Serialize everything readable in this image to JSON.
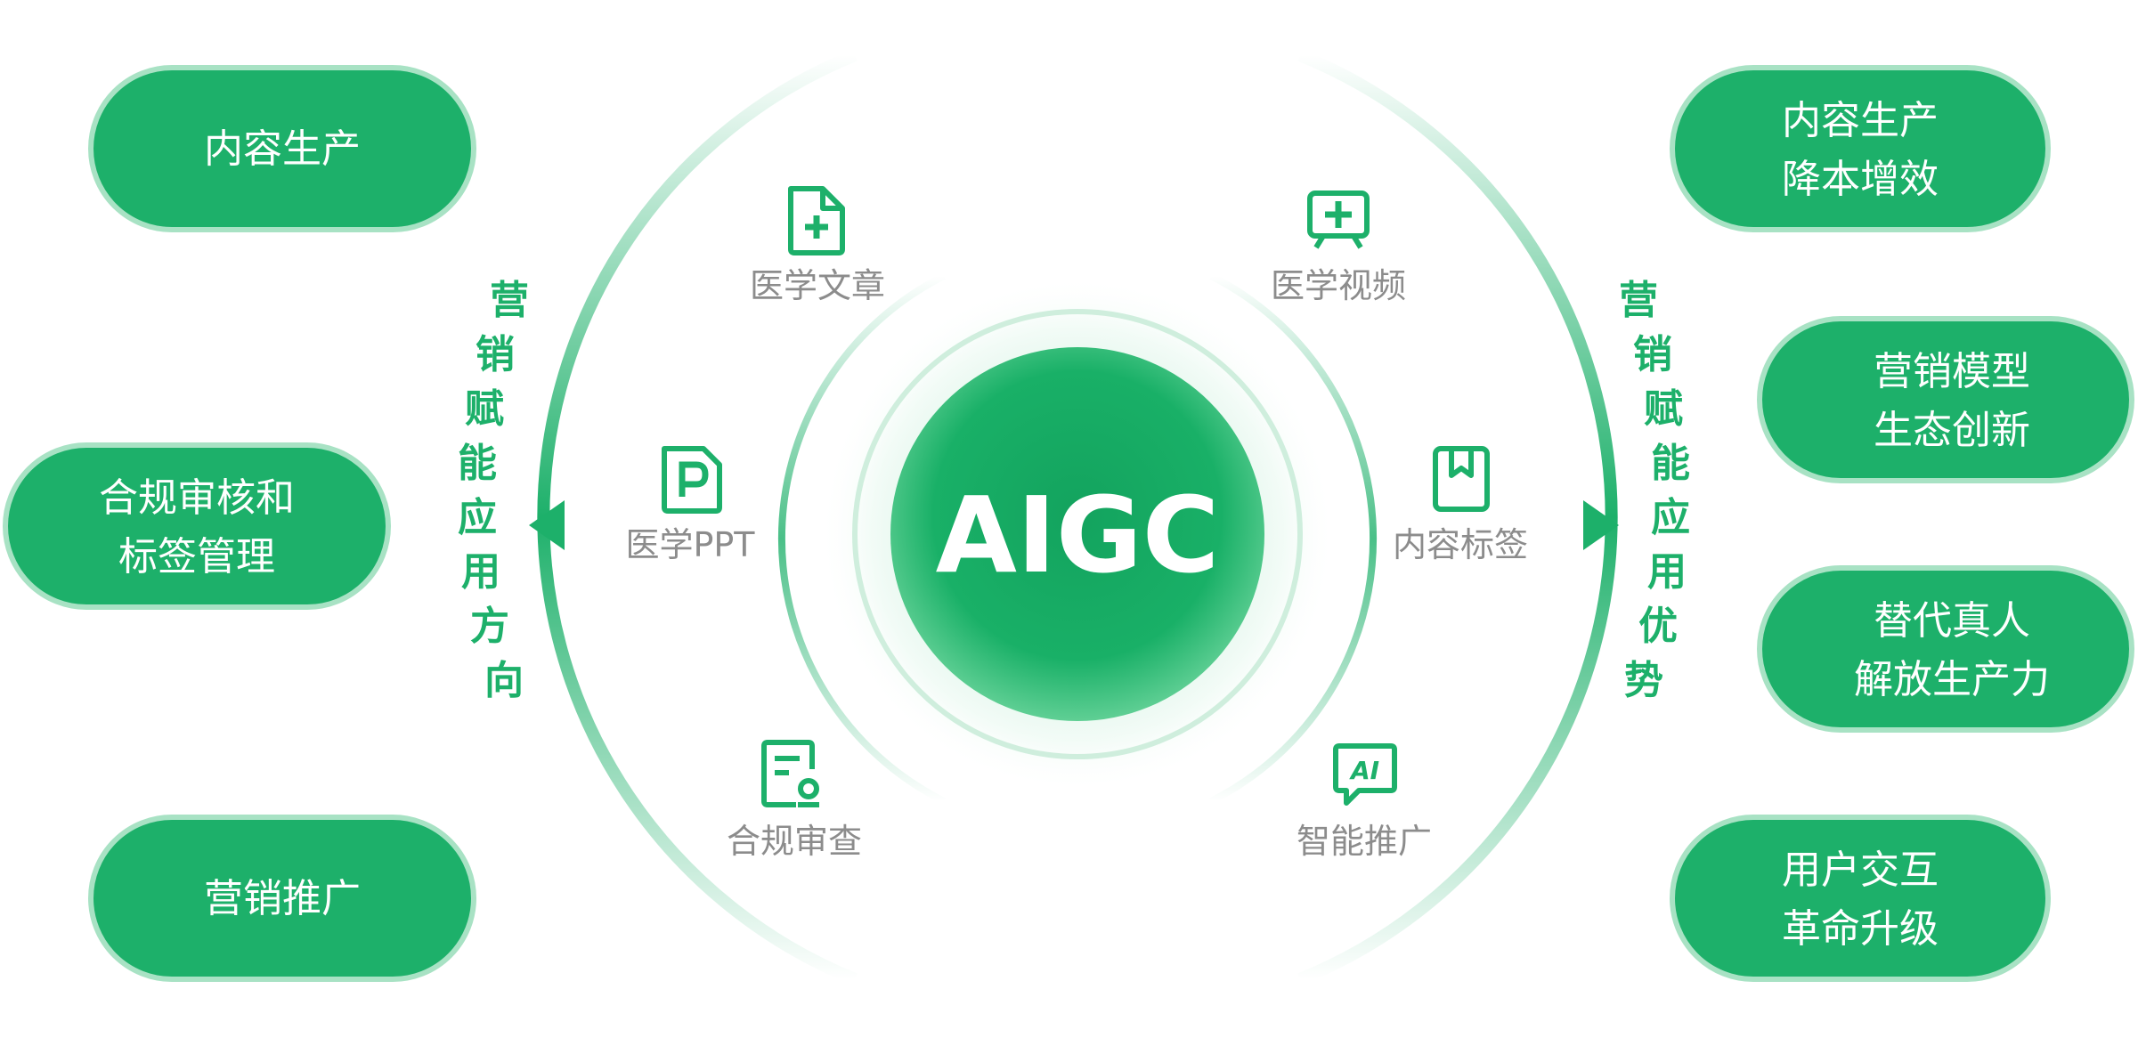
{
  "center": {
    "title": "AIGC"
  },
  "left_axis": {
    "chars": [
      "营",
      "销",
      "赋",
      "能",
      "应",
      "用",
      "方",
      "向"
    ]
  },
  "right_axis": {
    "chars": [
      "营",
      "销",
      "赋",
      "能",
      "应",
      "用",
      "优",
      "势"
    ]
  },
  "left_pills": [
    {
      "lines": [
        "内容生产"
      ]
    },
    {
      "lines": [
        "合规审核和",
        "标签管理"
      ]
    },
    {
      "lines": [
        "营销推广"
      ]
    }
  ],
  "right_pills": [
    {
      "lines": [
        "内容生产",
        "降本增效"
      ]
    },
    {
      "lines": [
        "营销模型",
        "生态创新"
      ]
    },
    {
      "lines": [
        "替代真人",
        "解放生产力"
      ]
    },
    {
      "lines": [
        "用户交互",
        "革命升级"
      ]
    }
  ],
  "nodes": [
    {
      "label": "医学文章",
      "icon": "medical-article-icon"
    },
    {
      "label": "医学视频",
      "icon": "medical-video-icon"
    },
    {
      "label": "医学PPT",
      "icon": "medical-ppt-icon"
    },
    {
      "label": "内容标签",
      "icon": "content-tag-icon"
    },
    {
      "label": "合规审查",
      "icon": "compliance-review-icon"
    },
    {
      "label": "智能推广",
      "icon": "ai-promotion-icon"
    }
  ],
  "colors": {
    "brand": "#1db06a",
    "pill_border": "#a8e2c4",
    "label": "#8c8c8c"
  }
}
